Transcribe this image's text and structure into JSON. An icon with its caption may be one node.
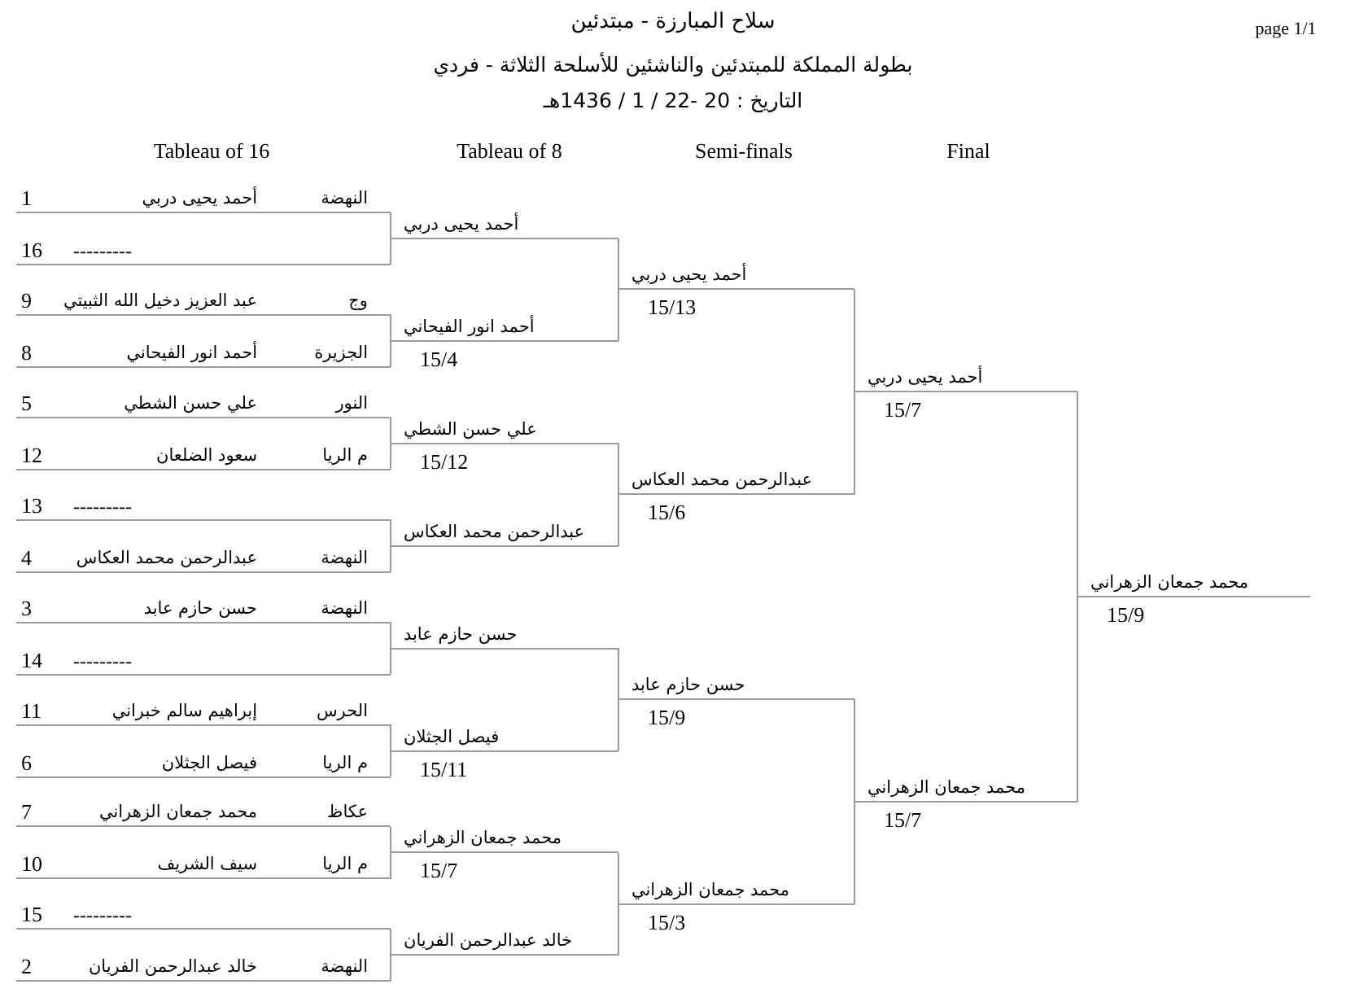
{
  "diagram": {
    "title": "سلاح المبارزة - مبتدئين",
    "nodes": [
      {
        "text": [
          "النهضة",
          "أحمد يحيى دربي",
          "1"
        ]
      },
      {
        "text": [
          "---------",
          "16"
        ]
      },
      {
        "text": [
          "وج",
          "عبد العزيز دخيل الله الثبيتي",
          "9"
        ]
      },
      {
        "text": [
          "الجزيرة",
          "أحمد انور الفيحاني",
          "8"
        ]
      },
      {
        "text": [
          "النور",
          "علي حسن الشطي",
          "5"
        ]
      },
      {
        "text": [
          "م الريا",
          "سعود الضلعان",
          "12"
        ]
      },
      {
        "text": [
          "---------",
          "13"
        ]
      },
      {
        "text": [
          "النهضة",
          "عبدالرحمن محمد العكاس",
          "4"
        ]
      },
      {
        "text": [
          "النهضة",
          "حسن حازم عابد",
          "3"
        ]
      },
      {
        "text": [
          "---------",
          "14"
        ]
      },
      {
        "text": [
          "الحرس",
          "إبراهيم سالم خبراني",
          "11"
        ]
      },
      {
        "text": [
          "م الريا",
          "فيصل الجثلان",
          "6"
        ]
      },
      {
        "text": [
          "عكاظ",
          "محمد جمعان الزهراني",
          "7"
        ]
      },
      {
        "text": [
          "م الريا",
          "سيف الشريف",
          "10"
        ]
      },
      {
        "text": [
          "---------",
          "15"
        ]
      },
      {
        "text": [
          "النهضة",
          "خالد عبدالرحمن الفريان",
          "2"
        ]
      },
      {
        "text": [
          "أحمد يحيى دربي"
        ]
      },
      {
        "text": [
          "أحمد انور الفيحاني"
        ],
        "beside": [
          "15/4"
        ]
      },
      {
        "text": [
          "علي حسن الشطي"
        ],
        "beside": [
          "15/12"
        ]
      },
      {
        "text": [
          "عبدالرحمن محمد العكاس"
        ]
      },
      {
        "text": [
          "حسن حازم عابد"
        ]
      },
      {
        "text": [
          "فيصل الجثلان"
        ],
        "beside": [
          "15/11"
        ]
      },
      {
        "text": [
          "محمد جمعان الزهراني"
        ],
        "beside": [
          "15/7"
        ]
      },
      {
        "text": [
          "خالد عبدالرحمن الفريان"
        ]
      },
      {
        "text": [
          "أحمد يحيى دربي"
        ],
        "beside": [
          "15/13"
        ]
      },
      {
        "text": [
          "عبدالرحمن محمد العكاس"
        ],
        "beside": [
          "15/6"
        ]
      },
      {
        "text": [
          "حسن حازم عابد"
        ],
        "beside": [
          "15/9"
        ]
      },
      {
        "text": [
          "محمد جمعان الزهراني"
        ],
        "beside": [
          "15/3"
        ]
      },
      {
        "text": [
          "أحمد يحيى دربي"
        ],
        "beside": [
          "15/7"
        ]
      },
      {
        "text": [
          "محمد جمعان الزهراني"
        ],
        "beside": [
          "15/7"
        ]
      },
      {
        "text": [
          "محمد جمعان الزهراني"
        ],
        "beside": [
          "15/9"
        ]
      }
    ],
    "edges": [
      {
        "from": 0,
        "to": 16,
        "arrow": "none"
      },
      {
        "from": 1,
        "to": 16,
        "arrow": "none"
      },
      {
        "from": 2,
        "to": 17,
        "arrow": "none"
      },
      {
        "from": 3,
        "to": 17,
        "arrow": "none"
      },
      {
        "from": 4,
        "to": 18,
        "arrow": "none"
      },
      {
        "from": 5,
        "to": 18,
        "arrow": "none"
      },
      {
        "from": 6,
        "to": 19,
        "arrow": "none"
      },
      {
        "from": 7,
        "to": 19,
        "arrow": "none"
      },
      {
        "from": 8,
        "to": 20,
        "arrow": "none"
      },
      {
        "from": 9,
        "to": 20,
        "arrow": "none"
      },
      {
        "from": 10,
        "to": 21,
        "arrow": "none"
      },
      {
        "from": 11,
        "to": 21,
        "arrow": "none"
      },
      {
        "from": 12,
        "to": 22,
        "arrow": "none"
      },
      {
        "from": 13,
        "to": 22,
        "arrow": "none"
      },
      {
        "from": 14,
        "to": 23,
        "arrow": "none"
      },
      {
        "from": 15,
        "to": 23,
        "arrow": "none"
      },
      {
        "from": 16,
        "to": 24,
        "arrow": "none"
      },
      {
        "from": 17,
        "to": 24,
        "arrow": "none"
      },
      {
        "from": 18,
        "to": 25,
        "arrow": "none"
      },
      {
        "from": 19,
        "to": 25,
        "arrow": "none"
      },
      {
        "from": 20,
        "to": 26,
        "arrow": "none"
      },
      {
        "from": 21,
        "to": 26,
        "arrow": "none"
      },
      {
        "from": 22,
        "to": 27,
        "arrow": "none"
      },
      {
        "from": 23,
        "to": 27,
        "arrow": "none"
      },
      {
        "from": 24,
        "to": 28,
        "arrow": "none"
      },
      {
        "from": 25,
        "to": 28,
        "arrow": "none"
      },
      {
        "from": 26,
        "to": 29,
        "arrow": "none"
      },
      {
        "from": 27,
        "to": 29,
        "arrow": "none"
      },
      {
        "from": 28,
        "to": 30,
        "arrow": "none"
      },
      {
        "from": 29,
        "to": 30,
        "arrow": "none"
      }
    ],
    "labels": [
      "page 1/1",
      "بطولة المملكة للمبتدئين والناشئين للأسلحة الثلاثة - فردي",
      "التاريخ : 20 -22 / 1 / 1436هـ",
      "Tableau of 16",
      "Tableau of 8",
      "Semi-finals",
      "Final"
    ]
  }
}
